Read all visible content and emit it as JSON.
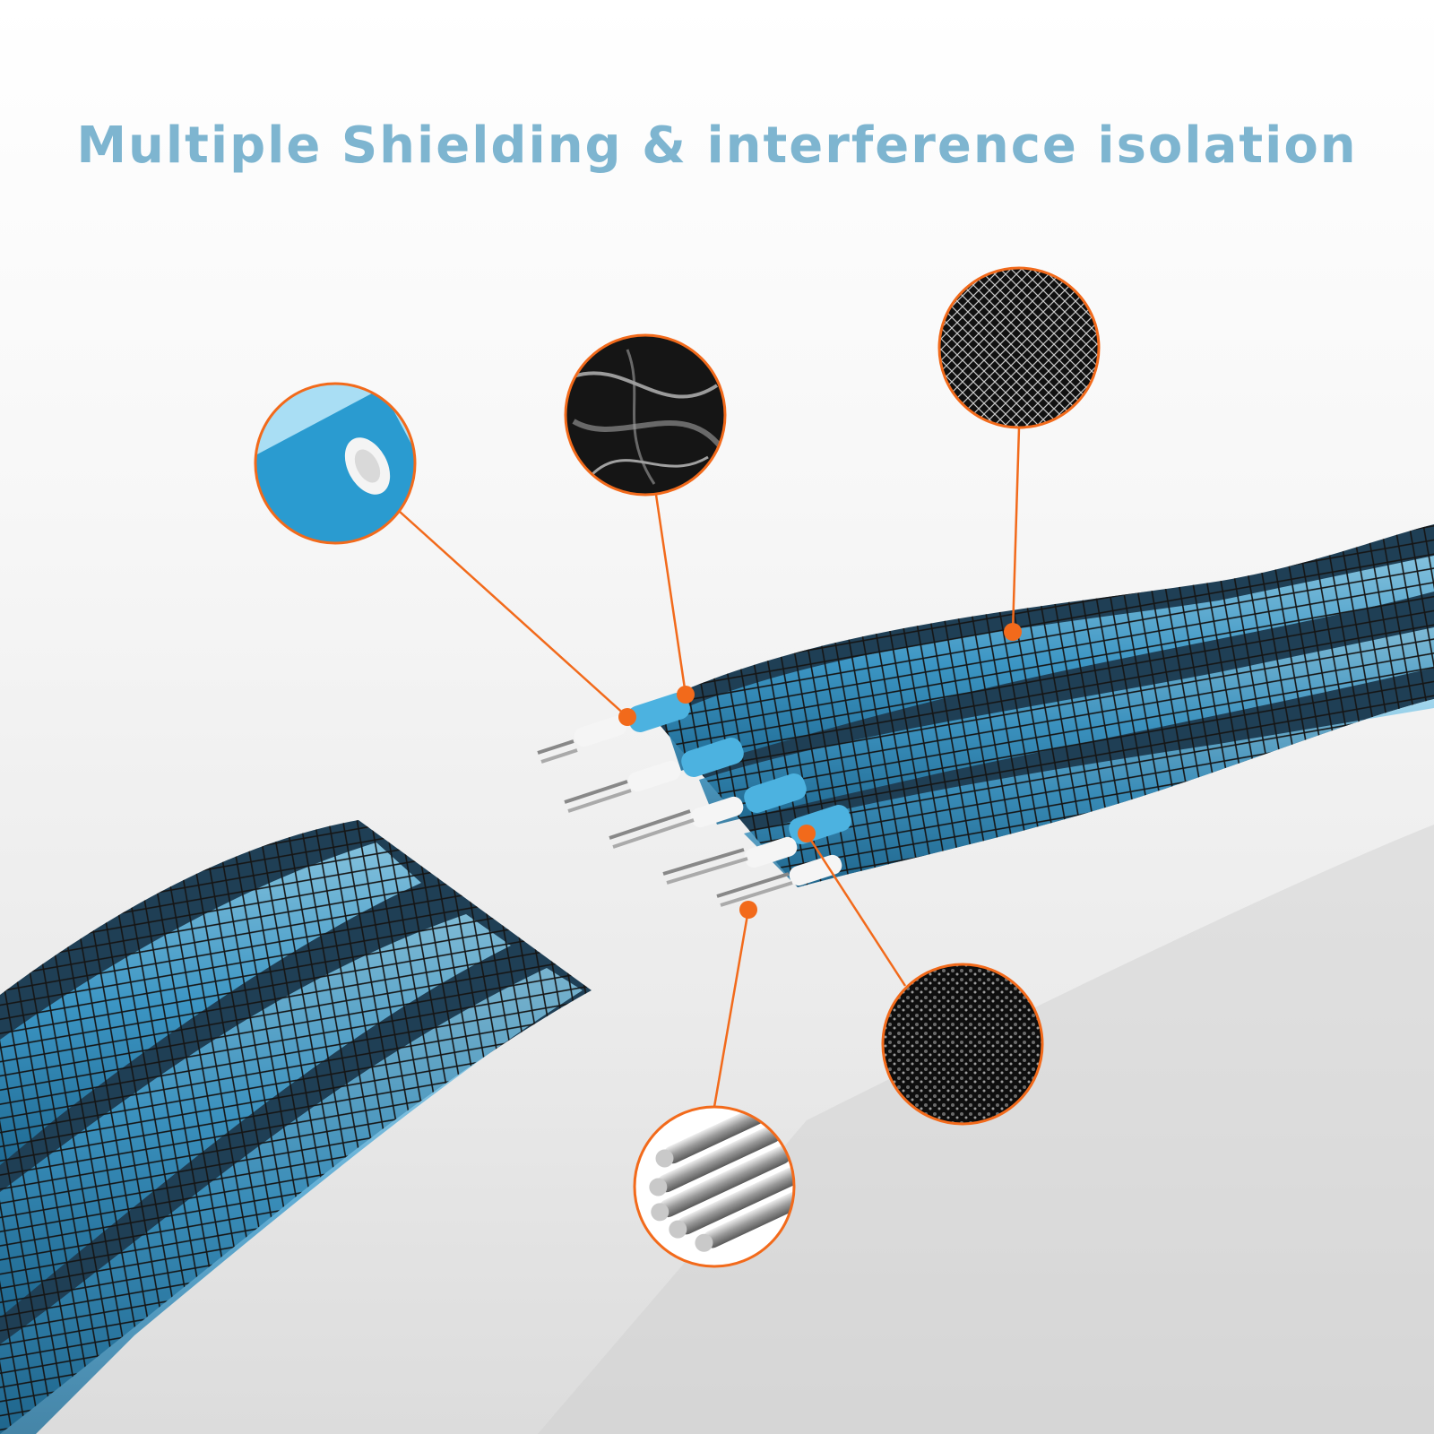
{
  "headline": {
    "text": "Multiple Shielding & interference isolation",
    "color": "#7eb5d0"
  },
  "colors": {
    "callout_accent": "#f26a1b",
    "cable_blue": "#3f9fd0",
    "jacket_dark": "#1c1c1c"
  },
  "callouts": [
    {
      "name": "foil-shield-callout",
      "icon": "blue-foil-tube-icon"
    },
    {
      "name": "transparent-film-callout",
      "icon": "clear-film-icon"
    },
    {
      "name": "braided-mesh-callout",
      "icon": "metal-mesh-icon"
    },
    {
      "name": "filler-material-callout",
      "icon": "black-granules-icon"
    },
    {
      "name": "copper-conductor-callout",
      "icon": "metal-rods-icon"
    }
  ]
}
